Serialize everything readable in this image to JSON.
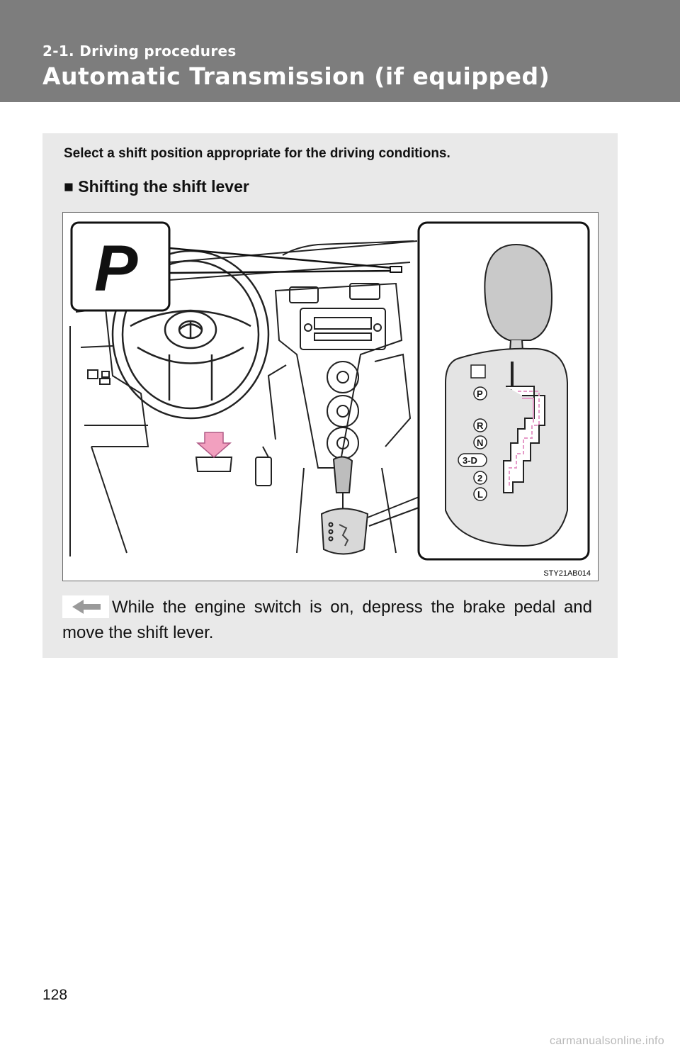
{
  "header": {
    "section_label": "2-1. Driving procedures",
    "title": "Automatic Transmission (if equipped)"
  },
  "panel": {
    "intro": "Select a shift position appropriate for the driving conditions.",
    "subheading": "■ Shifting the shift lever",
    "figure": {
      "indicator_letter": "P",
      "gear_positions": [
        "P",
        "R",
        "N",
        "3-D",
        "2",
        "L"
      ],
      "figure_code": "STY21AB014"
    },
    "instruction": "While the engine switch is on, depress the brake pedal and move the shift lever."
  },
  "footer": {
    "page_number": "128",
    "watermark": "carmanualsonline.info"
  },
  "colors": {
    "header_bg": "#7d7d7d",
    "panel_bg": "#e9e9e9",
    "shift_path_accent": "#e59ac8",
    "brake_arrow": "#f2a0bf"
  }
}
